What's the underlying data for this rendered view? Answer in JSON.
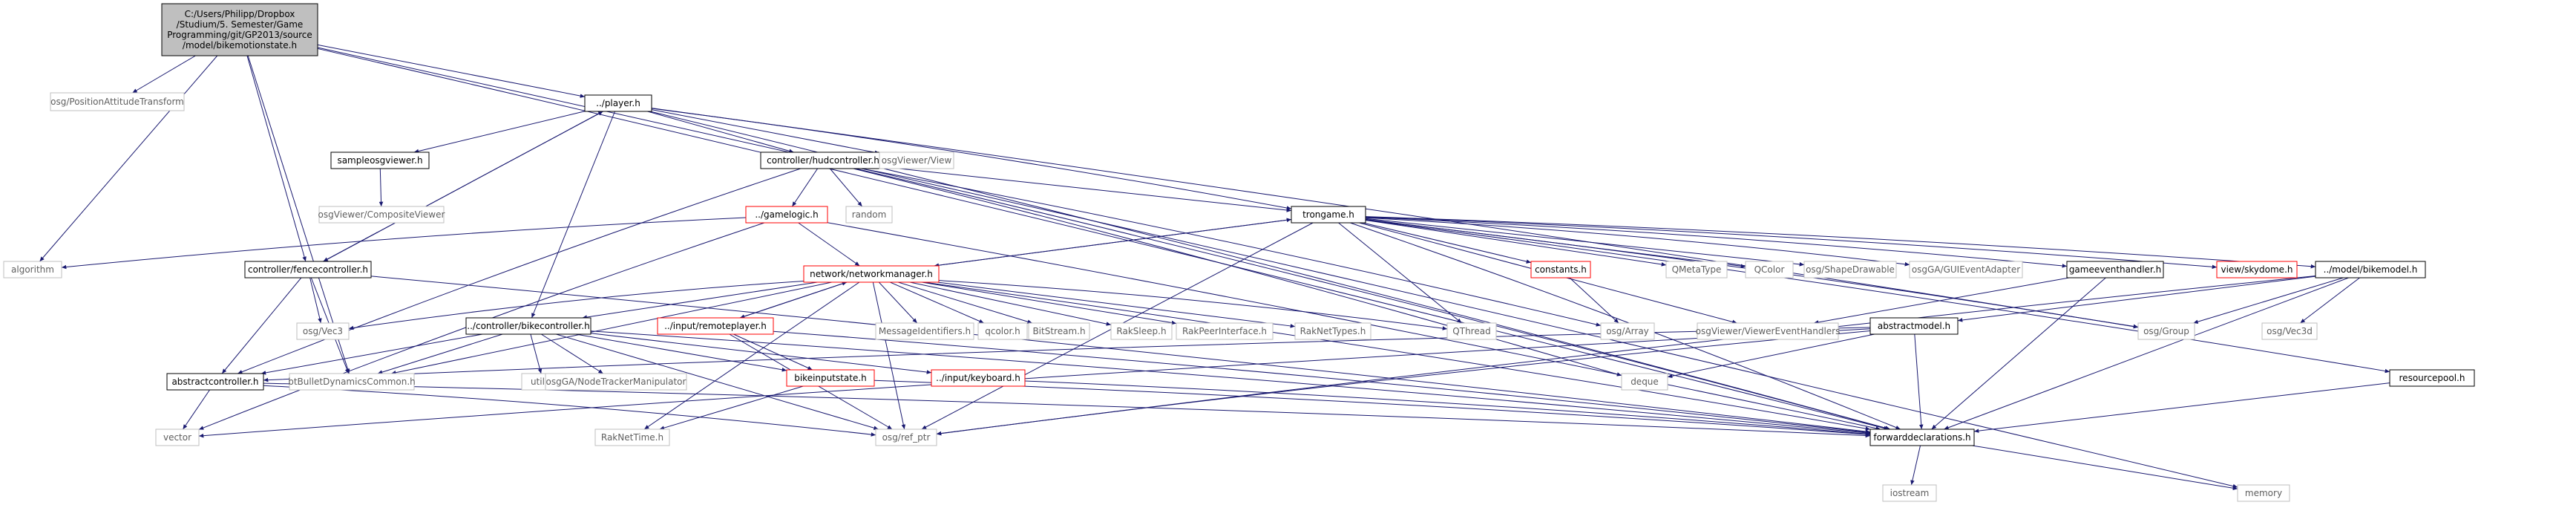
{
  "graph_title": "",
  "colors": {
    "edge": "#191970",
    "node_border_normal": "#000000",
    "node_border_external": "#bfbfbf",
    "node_border_missing": "#ff0000",
    "root_fill": "#bfbfbf",
    "text_normal": "#000000",
    "text_external": "#5f5f5f"
  },
  "nodes": [
    {
      "id": "root",
      "lines": [
        "C:/Users/Philipp/Dropbox",
        "/Studium/5. Semester/Game",
        "Programming/git/GP2013/source",
        "/model/bikemotionstate.h"
      ],
      "style": "root"
    },
    {
      "id": "pat",
      "lines": [
        "osg/PositionAttitudeTransform"
      ],
      "style": "external"
    },
    {
      "id": "player",
      "lines": [
        "../player.h"
      ],
      "style": "normal"
    },
    {
      "id": "sampleosg",
      "lines": [
        "sampleosgviewer.h"
      ],
      "style": "normal"
    },
    {
      "id": "compviewer",
      "lines": [
        "osgViewer/CompositeViewer"
      ],
      "style": "external"
    },
    {
      "id": "hud",
      "lines": [
        "controller/hudcontroller.h"
      ],
      "style": "normal"
    },
    {
      "id": "osgview",
      "lines": [
        "osgViewer/View"
      ],
      "style": "external"
    },
    {
      "id": "random",
      "lines": [
        "random"
      ],
      "style": "external"
    },
    {
      "id": "gamelogic",
      "lines": [
        "../gamelogic.h"
      ],
      "style": "missing"
    },
    {
      "id": "algorithm",
      "lines": [
        "algorithm"
      ],
      "style": "external"
    },
    {
      "id": "fence",
      "lines": [
        "controller/fencecontroller.h"
      ],
      "style": "normal"
    },
    {
      "id": "trongame",
      "lines": [
        "trongame.h"
      ],
      "style": "normal"
    },
    {
      "id": "constants",
      "lines": [
        "constants.h"
      ],
      "style": "missing"
    },
    {
      "id": "qmeta",
      "lines": [
        "QMetaType"
      ],
      "style": "external"
    },
    {
      "id": "qcolor_q",
      "lines": [
        "QColor"
      ],
      "style": "external"
    },
    {
      "id": "shapedraw",
      "lines": [
        "osg/ShapeDrawable"
      ],
      "style": "external"
    },
    {
      "id": "guievent",
      "lines": [
        "osgGA/GUIEventAdapter"
      ],
      "style": "external"
    },
    {
      "id": "gameevent",
      "lines": [
        "gameeventhandler.h"
      ],
      "style": "normal"
    },
    {
      "id": "skydome",
      "lines": [
        "view/skydome.h"
      ],
      "style": "missing"
    },
    {
      "id": "bikemodel",
      "lines": [
        "../model/bikemodel.h"
      ],
      "style": "normal"
    },
    {
      "id": "netmgr",
      "lines": [
        "network/networkmanager.h"
      ],
      "style": "missing"
    },
    {
      "id": "vec3",
      "lines": [
        "osg/Vec3"
      ],
      "style": "external"
    },
    {
      "id": "msgid",
      "lines": [
        "MessageIdentifiers.h"
      ],
      "style": "external"
    },
    {
      "id": "qcolorh",
      "lines": [
        "qcolor.h"
      ],
      "style": "external"
    },
    {
      "id": "bitstream",
      "lines": [
        "BitStream.h"
      ],
      "style": "external"
    },
    {
      "id": "raksleep",
      "lines": [
        "RakSleep.h"
      ],
      "style": "external"
    },
    {
      "id": "rakpeer",
      "lines": [
        "RakPeerInterface.h"
      ],
      "style": "external"
    },
    {
      "id": "raknettypes",
      "lines": [
        "RakNetTypes.h"
      ],
      "style": "external"
    },
    {
      "id": "qthread",
      "lines": [
        "QThread"
      ],
      "style": "external"
    },
    {
      "id": "osgarray",
      "lines": [
        "osg/Array"
      ],
      "style": "external"
    },
    {
      "id": "viewerhandlers",
      "lines": [
        "osgViewer/ViewerEventHandlers"
      ],
      "style": "external"
    },
    {
      "id": "osggroup",
      "lines": [
        "osg/Group"
      ],
      "style": "external"
    },
    {
      "id": "osgvec3d",
      "lines": [
        "osg/Vec3d"
      ],
      "style": "external"
    },
    {
      "id": "bikectrl",
      "lines": [
        "../controller/bikecontroller.h"
      ],
      "style": "normal"
    },
    {
      "id": "remoteplayer",
      "lines": [
        "../input/remoteplayer.h"
      ],
      "style": "missing"
    },
    {
      "id": "abstractmodel",
      "lines": [
        "abstractmodel.h"
      ],
      "style": "normal"
    },
    {
      "id": "abstractctrl",
      "lines": [
        "abstractcontroller.h"
      ],
      "style": "normal"
    },
    {
      "id": "btbullet",
      "lines": [
        "btBulletDynamicsCommon.h"
      ],
      "style": "external"
    },
    {
      "id": "utility",
      "lines": [
        "utility"
      ],
      "style": "external"
    },
    {
      "id": "nodetracker",
      "lines": [
        "osgGA/NodeTrackerManipulator"
      ],
      "style": "external"
    },
    {
      "id": "bikeinput",
      "lines": [
        "bikeinputstate.h"
      ],
      "style": "missing"
    },
    {
      "id": "keyboard",
      "lines": [
        "../input/keyboard.h"
      ],
      "style": "missing"
    },
    {
      "id": "deque",
      "lines": [
        "deque"
      ],
      "style": "external"
    },
    {
      "id": "resourcepool",
      "lines": [
        "resourcepool.h"
      ],
      "style": "normal"
    },
    {
      "id": "vector",
      "lines": [
        "vector"
      ],
      "style": "external"
    },
    {
      "id": "raknettime",
      "lines": [
        "RakNetTime.h"
      ],
      "style": "external"
    },
    {
      "id": "refptr",
      "lines": [
        "osg/ref_ptr"
      ],
      "style": "external"
    },
    {
      "id": "fwd",
      "lines": [
        "forwarddeclarations.h"
      ],
      "style": "normal"
    },
    {
      "id": "iostream",
      "lines": [
        "iostream"
      ],
      "style": "external"
    },
    {
      "id": "memory",
      "lines": [
        "memory"
      ],
      "style": "external"
    }
  ],
  "edges": [
    [
      "root",
      "pat"
    ],
    [
      "root",
      "player"
    ],
    [
      "root",
      "algorithm"
    ],
    [
      "root",
      "fence"
    ],
    [
      "root",
      "btbullet"
    ],
    [
      "root",
      "memory"
    ],
    [
      "root",
      "fwd"
    ],
    [
      "player",
      "sampleosg"
    ],
    [
      "player",
      "hud"
    ],
    [
      "player",
      "osgview"
    ],
    [
      "player",
      "trongame"
    ],
    [
      "player",
      "fence"
    ],
    [
      "player",
      "bikectrl"
    ],
    [
      "player",
      "fwd"
    ],
    [
      "player",
      "osggroup"
    ],
    [
      "sampleosg",
      "compviewer"
    ],
    [
      "hud",
      "random"
    ],
    [
      "hud",
      "gamelogic"
    ],
    [
      "hud",
      "osgarray"
    ],
    [
      "hud",
      "fwd"
    ],
    [
      "hud",
      "trongame"
    ],
    [
      "hud",
      "abstractctrl"
    ],
    [
      "hud",
      "deque"
    ],
    [
      "gamelogic",
      "netmgr"
    ],
    [
      "gamelogic",
      "algorithm"
    ],
    [
      "gamelogic",
      "vector"
    ],
    [
      "gamelogic",
      "fwd"
    ],
    [
      "fence",
      "player"
    ],
    [
      "fence",
      "vec3"
    ],
    [
      "fence",
      "btbullet"
    ],
    [
      "fence",
      "abstractctrl"
    ],
    [
      "fence",
      "fwd"
    ],
    [
      "trongame",
      "netmgr"
    ],
    [
      "trongame",
      "constants"
    ],
    [
      "trongame",
      "qmeta"
    ],
    [
      "trongame",
      "qcolor_q"
    ],
    [
      "trongame",
      "shapedraw"
    ],
    [
      "trongame",
      "guievent"
    ],
    [
      "trongame",
      "gameevent"
    ],
    [
      "trongame",
      "skydome"
    ],
    [
      "trongame",
      "bikemodel"
    ],
    [
      "trongame",
      "viewerhandlers"
    ],
    [
      "trongame",
      "qthread"
    ],
    [
      "trongame",
      "resourcepool"
    ],
    [
      "trongame",
      "fwd"
    ],
    [
      "trongame",
      "osggroup"
    ],
    [
      "trongame",
      "refptr"
    ],
    [
      "constants",
      "osgarray"
    ],
    [
      "gameevent",
      "viewerhandlers"
    ],
    [
      "gameevent",
      "fwd"
    ],
    [
      "bikemodel",
      "abstractmodel"
    ],
    [
      "bikemodel",
      "osggroup"
    ],
    [
      "bikemodel",
      "osgvec3d"
    ],
    [
      "bikemodel",
      "fwd"
    ],
    [
      "bikemodel",
      "refptr"
    ],
    [
      "netmgr",
      "trongame"
    ],
    [
      "netmgr",
      "vec3"
    ],
    [
      "netmgr",
      "msgid"
    ],
    [
      "netmgr",
      "qcolorh"
    ],
    [
      "netmgr",
      "bitstream"
    ],
    [
      "netmgr",
      "raksleep"
    ],
    [
      "netmgr",
      "rakpeer"
    ],
    [
      "netmgr",
      "raknettypes"
    ],
    [
      "netmgr",
      "qthread"
    ],
    [
      "netmgr",
      "bikectrl"
    ],
    [
      "netmgr",
      "remoteplayer"
    ],
    [
      "netmgr",
      "btbullet"
    ],
    [
      "netmgr",
      "fwd"
    ],
    [
      "netmgr",
      "refptr"
    ],
    [
      "netmgr",
      "raknettime"
    ],
    [
      "remoteplayer",
      "netmgr"
    ],
    [
      "remoteplayer",
      "bikeinput"
    ],
    [
      "remoteplayer",
      "fwd"
    ],
    [
      "remoteplayer",
      "refptr"
    ],
    [
      "bikectrl",
      "abstractctrl"
    ],
    [
      "bikectrl",
      "btbullet"
    ],
    [
      "bikectrl",
      "utility"
    ],
    [
      "bikectrl",
      "nodetracker"
    ],
    [
      "bikectrl",
      "bikeinput"
    ],
    [
      "bikectrl",
      "keyboard"
    ],
    [
      "bikectrl",
      "fwd"
    ],
    [
      "bikectrl",
      "refptr"
    ],
    [
      "abstractmodel",
      "abstractctrl"
    ],
    [
      "abstractmodel",
      "deque"
    ],
    [
      "abstractmodel",
      "fwd"
    ],
    [
      "abstractmodel",
      "refptr"
    ],
    [
      "abstractmodel",
      "vector"
    ],
    [
      "abstractctrl",
      "vector"
    ],
    [
      "abstractctrl",
      "refptr"
    ],
    [
      "abstractctrl",
      "fwd"
    ],
    [
      "bikeinput",
      "raknettime"
    ],
    [
      "bikeinput",
      "fwd"
    ],
    [
      "keyboard",
      "fwd"
    ],
    [
      "resourcepool",
      "fwd"
    ],
    [
      "fwd",
      "iostream"
    ],
    [
      "fwd",
      "memory"
    ]
  ]
}
